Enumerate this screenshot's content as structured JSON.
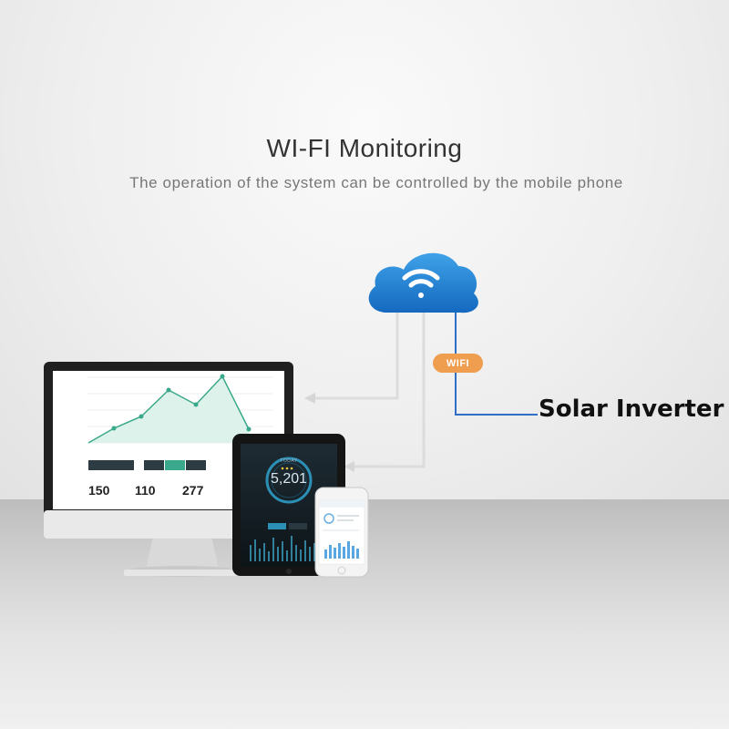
{
  "header": {
    "title": "WI-FI Monitoring",
    "subtitle": "The operation of the system can be controlled by the mobile phone"
  },
  "diagram": {
    "wifi_badge": "WIFI",
    "inverter_label": "Solar Inverter"
  },
  "monitor": {
    "stats": [
      "150",
      "110",
      "277"
    ]
  },
  "tablet": {
    "label": "TODAY",
    "reading": "5,201"
  },
  "colors": {
    "cloud": "#1c7fd0",
    "wifi_badge": "#ee9e4e",
    "connector_line": "#2f6fc5",
    "chart_accent": "#3aa88a"
  }
}
